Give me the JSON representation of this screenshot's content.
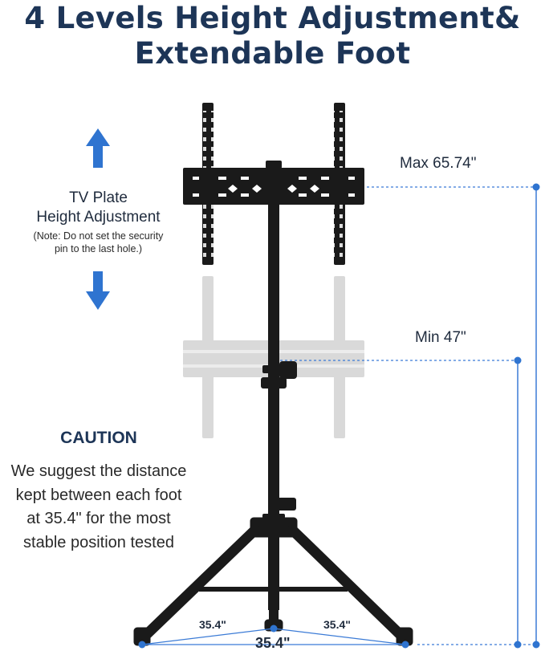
{
  "title": {
    "line1": "4 Levels Height Adjustment&",
    "line2": "Extendable Foot"
  },
  "plate_label": {
    "line1": "TV Plate",
    "line2": "Height Adjustment"
  },
  "note": {
    "line1": "(Note: Do not set the security",
    "line2": "pin to the last hole.)"
  },
  "heights": {
    "max": "Max 65.74\"",
    "min": "Min 47\""
  },
  "caution": {
    "heading": "CAUTION",
    "line1": "We suggest the distance",
    "line2": "kept between each foot",
    "line3": "at 35.4\" for the most",
    "line4": "stable position tested"
  },
  "foot_dimensions": {
    "left": "35.4\"",
    "right": "35.4\"",
    "main": "35.4\""
  },
  "colors": {
    "title": "#1d3557",
    "accent_blue": "#2f74d0",
    "stand": "#1a1a1a",
    "ghost": "#d6d6d6"
  },
  "icons": [
    "arrow-up-icon",
    "arrow-down-icon"
  ]
}
